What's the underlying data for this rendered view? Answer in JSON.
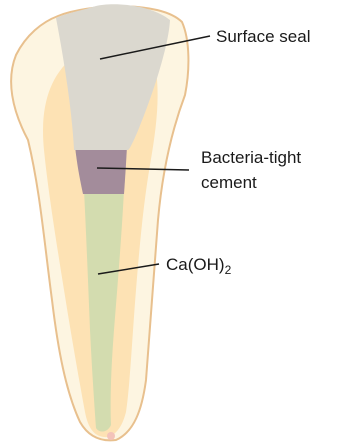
{
  "labels": {
    "surface_seal": "Surface seal",
    "bacteria_line1": "Bacteria-tight",
    "bacteria_line2": "cement",
    "caoh_main": "Ca(OH)",
    "caoh_sub": "2"
  },
  "colors": {
    "enamel": "#fdf5e1",
    "outline": "#e8c08e",
    "dentin": "#fde2b4",
    "surface_seal": "#dbd8cf",
    "cement": "#a38c9b",
    "canal_filling": "#d3dcaf",
    "apex_tip": "#f3c3ba",
    "leader_line": "#1a1a1a"
  }
}
